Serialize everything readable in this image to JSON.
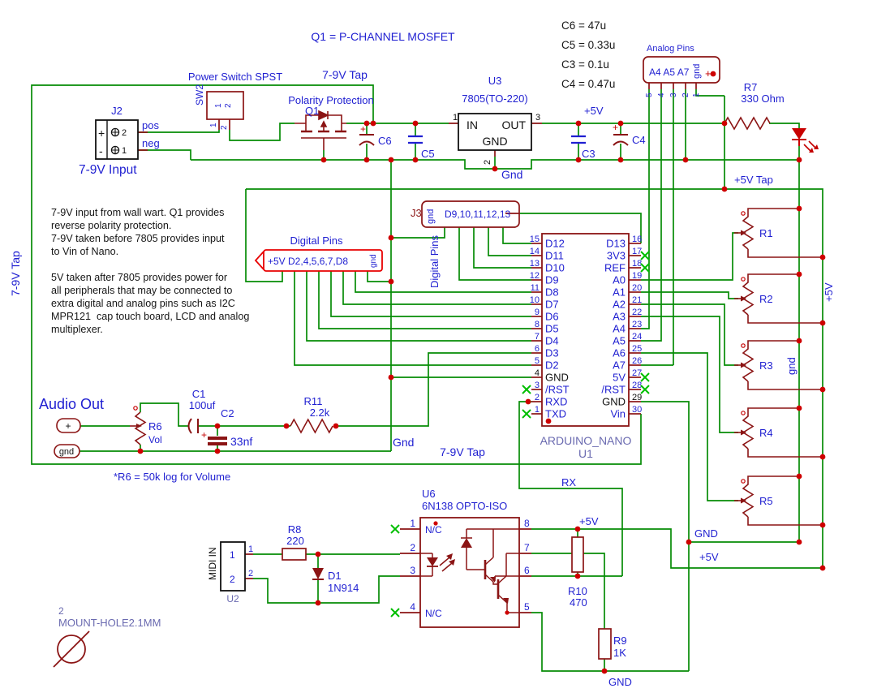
{
  "title": "Q1 = P-CHANNEL MOSFET",
  "cap_notes": [
    "C6 = 47u",
    "C5 = 0.33u",
    "C3 = 0.1u",
    "C4 = 0.47u"
  ],
  "note1": [
    "7-9V input from wall wart. Q1 provides",
    "reverse polarity protection.",
    "7-9V taken before 7805 provides input",
    "to Vin of Nano."
  ],
  "note2": [
    "5V taken after 7805 provides power for",
    "all peripherals that may be connected to",
    "extra digital and analog pins such as I2C",
    "MPR121  cap touch board, LCD and analog",
    "multiplexer."
  ],
  "r6_note": "*R6 = 50k log for Volume",
  "input": {
    "ref": "J2",
    "label": "7-9V Input",
    "pos": "pos",
    "neg": "neg",
    "plus": "+",
    "minus": "-",
    "pin1": "1",
    "pin2": "2"
  },
  "switch": {
    "label": "Power Switch SPST",
    "ref": "SW2",
    "pin1": "1",
    "pin2": "2",
    "pin1b": "1",
    "pin2b": "2"
  },
  "taps": {
    "top": "7-9V Tap",
    "left": "7-9V Tap",
    "bottom": "7-9V Tap",
    "five": "+5V Tap",
    "plus5": "+5V",
    "plus5_rail": "+5V",
    "gnd_rail": "gnd"
  },
  "mosfet": {
    "label": "Polarity Protection",
    "ref": "Q1"
  },
  "regulator": {
    "ref": "U3",
    "value": "7805(TO-220)",
    "in": "IN",
    "out": "OUT",
    "gnd": "GND",
    "pin1": "1",
    "pin2": "2",
    "pin3": "3",
    "gnd_label": "Gnd"
  },
  "caps": {
    "c6": "C6",
    "c6_plus": "+",
    "c5": "C5",
    "c3": "C3",
    "c4": "C4",
    "c4_plus": "+"
  },
  "analog_header": {
    "title": "Analog Pins",
    "pins": "A4 A5 A7",
    "gnd": "gnd",
    "plus": "+",
    "numbers": [
      "5",
      "4",
      "3",
      "2",
      "1"
    ]
  },
  "led_r7": {
    "ref": "R7",
    "value": "330 Ohm"
  },
  "digital_header": {
    "title": "Digital Pins",
    "text": "+5V D2,4,5,6,7,D8",
    "gnd": "gnd"
  },
  "j3": {
    "ref": "J3",
    "gnd": "gnd",
    "text": "D9,10,11,12,13",
    "title": "Digital Pins"
  },
  "nano": {
    "value": "ARDUINO_NANO",
    "ref": "U1",
    "left_pins": [
      [
        "15",
        "D12"
      ],
      [
        "14",
        "D11"
      ],
      [
        "13",
        "D10"
      ],
      [
        "12",
        "D9"
      ],
      [
        "11",
        "D8"
      ],
      [
        "10",
        "D7"
      ],
      [
        "9",
        "D6"
      ],
      [
        "8",
        "D5"
      ],
      [
        "7",
        "D4"
      ],
      [
        "6",
        "D3"
      ],
      [
        "5",
        "D2"
      ],
      [
        "4",
        "GND"
      ],
      [
        "3",
        "/RST"
      ],
      [
        "2",
        "RXD"
      ],
      [
        "1",
        "TXD"
      ]
    ],
    "right_pins": [
      [
        "16",
        "D13"
      ],
      [
        "17",
        "3V3"
      ],
      [
        "18",
        "REF"
      ],
      [
        "19",
        "A0"
      ],
      [
        "20",
        "A1"
      ],
      [
        "21",
        "A2"
      ],
      [
        "22",
        "A3"
      ],
      [
        "23",
        "A4"
      ],
      [
        "24",
        "A5"
      ],
      [
        "25",
        "A6"
      ],
      [
        "26",
        "A7"
      ],
      [
        "27",
        "5V"
      ],
      [
        "28",
        "/RST"
      ],
      [
        "29",
        "GND"
      ],
      [
        "30",
        "Vin"
      ]
    ]
  },
  "audio": {
    "title": "Audio Out",
    "plus": "+",
    "gnd": "gnd",
    "r6": "R6",
    "vol": "Vol",
    "c1": "C1",
    "c1v": "100uf",
    "c1_plus": "+",
    "c2": "C2",
    "c2v": "33nf",
    "r11": "R11",
    "r11v": "2.2k",
    "gnd_label": "Gnd"
  },
  "midi": {
    "label": "MIDI IN",
    "ref": "U2",
    "pin1": "1",
    "pin2": "2",
    "pin1b": "1",
    "pin2b": "2"
  },
  "r8": {
    "ref": "R8",
    "value": "220"
  },
  "d1": {
    "ref": "D1",
    "value": "1N914"
  },
  "opto": {
    "ref": "U6",
    "value": "6N138 OPTO-ISO",
    "nc1": "N/C",
    "nc2": "N/C",
    "p1": "1",
    "p2": "2",
    "p3": "3",
    "p4": "4",
    "p5": "5",
    "p6": "6",
    "p7": "7",
    "p8": "8"
  },
  "r10": {
    "ref": "R10",
    "value": "470"
  },
  "r9": {
    "ref": "R9",
    "value": "1K"
  },
  "signals": {
    "rx": "RX",
    "plus5_r10": "+5V",
    "gnd_r9": "GND",
    "gnd_right": "GND",
    "plus5_right": "+5V"
  },
  "pots": [
    "R1",
    "R2",
    "R3",
    "R4",
    "R5"
  ],
  "mount": {
    "qty": "2",
    "name": "MOUNT-HOLE2.1MM"
  }
}
